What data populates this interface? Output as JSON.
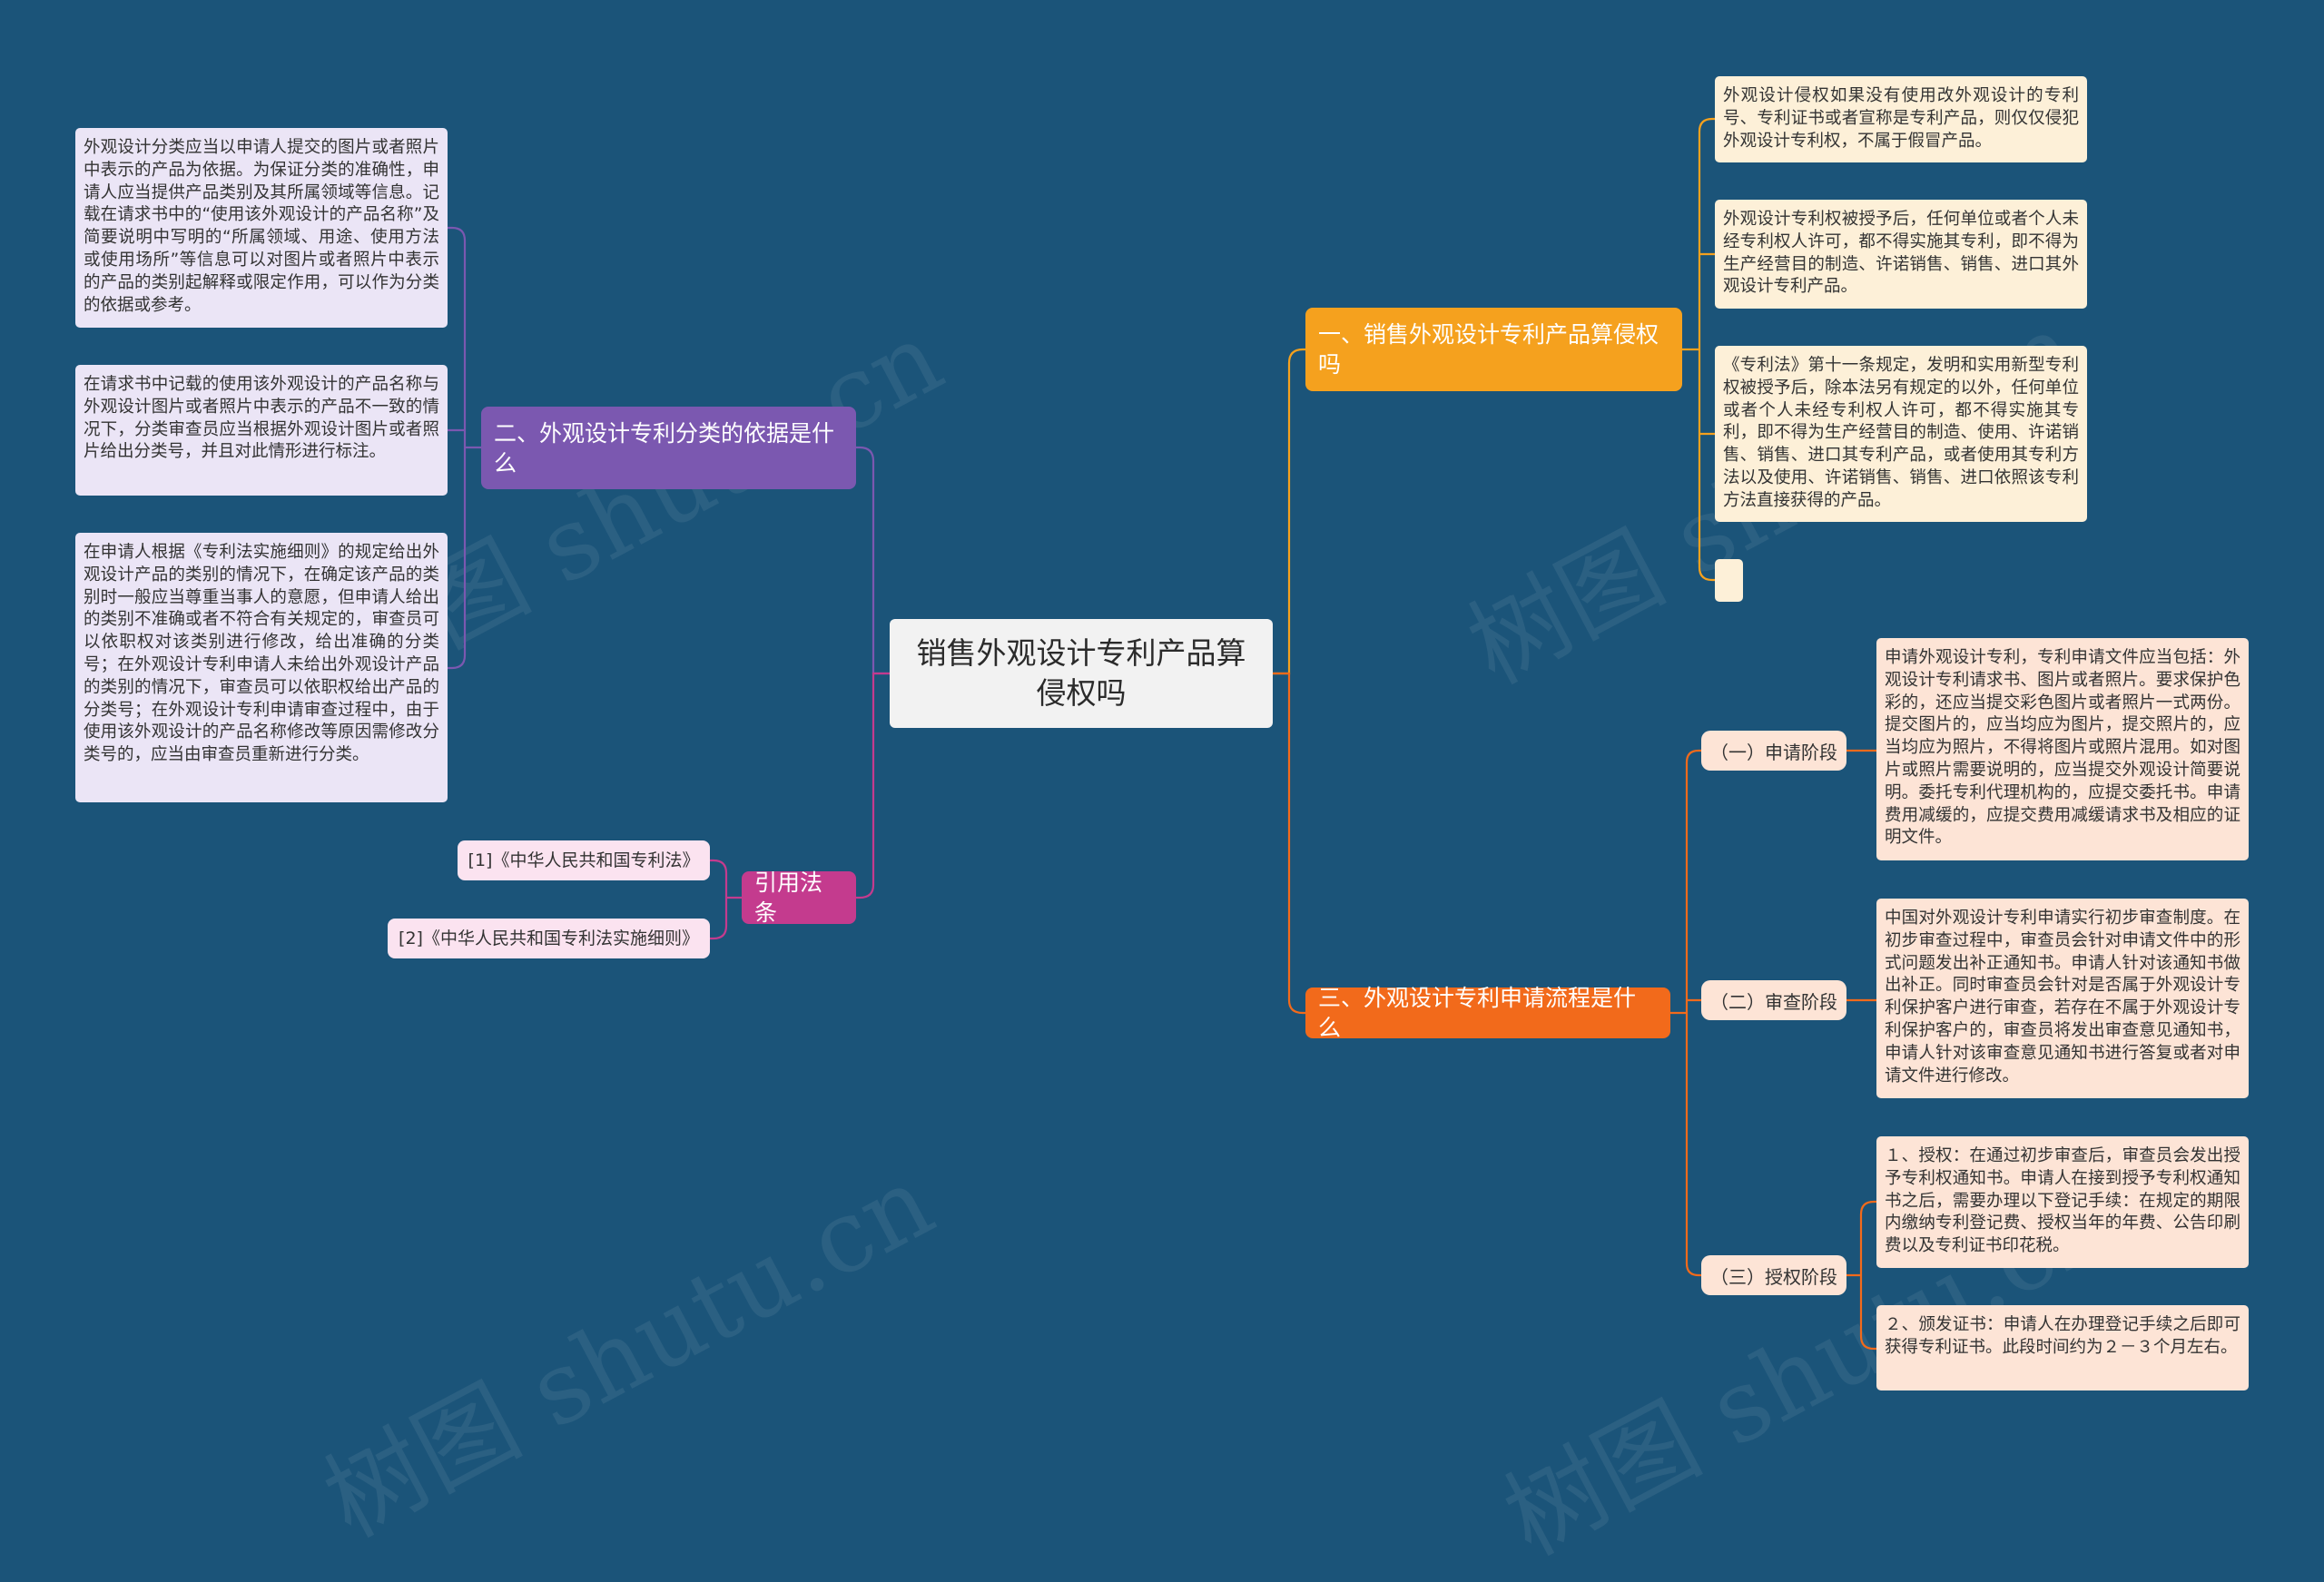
{
  "root": {
    "title": "销售外观设计专利产品算侵权吗"
  },
  "branches": {
    "b1": "一、销售外观设计专利产品算侵权吗",
    "b2": "二、外观设计专利分类的依据是什么",
    "b3": "三、外观设计专利申请流程是什么",
    "b4": "引用法条"
  },
  "b1_leaves": [
    "外观设计侵权如果没有使用改外观设计的专利号、专利证书或者宣称是专利产品，则仅仅侵犯外观设计专利权，不属于假冒产品。",
    "外观设计专利权被授予后，任何单位或者个人未经专利权人许可，都不得实施其专利，即不得为生产经营目的制造、许诺销售、销售、进口其外观设计专利产品。",
    "《专利法》第十一条规定，发明和实用新型专利权被授予后，除本法另有规定的以外，任何单位或者个人未经专利权人许可，都不得实施其专利，即不得为生产经营目的制造、使用、许诺销售、销售、进口其专利产品，或者使用其专利方法以及使用、许诺销售、销售、进口依照该专利方法直接获得的产品。",
    ""
  ],
  "b2_leaves": [
    "外观设计分类应当以申请人提交的图片或者照片中表示的产品为依据。为保证分类的准确性，申请人应当提供产品类别及其所属领域等信息。记载在请求书中的“使用该外观设计的产品名称”及简要说明中写明的“所属领域、用途、使用方法或使用场所”等信息可以对图片或者照片中表示的产品的类别起解释或限定作用，可以作为分类的依据或参考。",
    "在请求书中记载的使用该外观设计的产品名称与外观设计图片或者照片中表示的产品不一致的情况下，分类审查员应当根据外观设计图片或者照片给出分类号，并且对此情形进行标注。",
    "在申请人根据《专利法实施细则》的规定给出外观设计产品的类别的情况下，在确定该产品的类别时一般应当尊重当事人的意愿，但申请人给出的类别不准确或者不符合有关规定的，审查员可以依职权对该类别进行修改，给出准确的分类号；在外观设计专利申请人未给出外观设计产品的类别的情况下，审查员可以依职权给出产品的分类号；在外观设计专利申请审查过程中，由于使用该外观设计的产品名称修改等原因需修改分类号的，应当由审查员重新进行分类。"
  ],
  "b3_stages": [
    "（一）申请阶段",
    "（二）审查阶段",
    "（三）授权阶段"
  ],
  "b3_leaves": [
    "申请外观设计专利，专利申请文件应当包括：外观设计专利请求书、图片或者照片。要求保护色彩的，还应当提交彩色图片或者照片一式两份。提交图片的，应当均应为图片，提交照片的，应当均应为照片，不得将图片或照片混用。如对图片或照片需要说明的，应当提交外观设计简要说明。委托专利代理机构的，应提交委托书。申请费用减缓的，应提交费用减缓请求书及相应的证明文件。",
    "中国对外观设计专利申请实行初步审查制度。在初步审查过程中，审查员会针对申请文件中的形式问题发出补正通知书。申请人针对该通知书做出补正。同时审查员会针对是否属于外观设计专利保护客户进行审查，若存在不属于外观设计专利保护客户的，审查员将发出审查意见通知书，申请人针对该审查意见通知书进行答复或者对申请文件进行修改。",
    "１、授权：在通过初步审查后，审查员会发出授予专利权通知书。申请人在接到授予专利权通知书之后，需要办理以下登记手续：在规定的期限内缴纳专利登记费、授权当年的年费、公告印刷费以及专利证书印花税。",
    "２、颁发证书：申请人在办理登记手续之后即可获得专利证书。此段时间约为２－３个月左右。"
  ],
  "b4_leaves": [
    "[1]《中华人民共和国专利法》",
    "[2]《中华人民共和国专利法实施细则》"
  ],
  "watermark": "树图 shutu.cn",
  "colors": {
    "background": "#1b5479",
    "branch1": "#f5a11e",
    "branch2": "#7b58b0",
    "branch3": "#f26a1b",
    "branch4": "#c43b8e"
  }
}
